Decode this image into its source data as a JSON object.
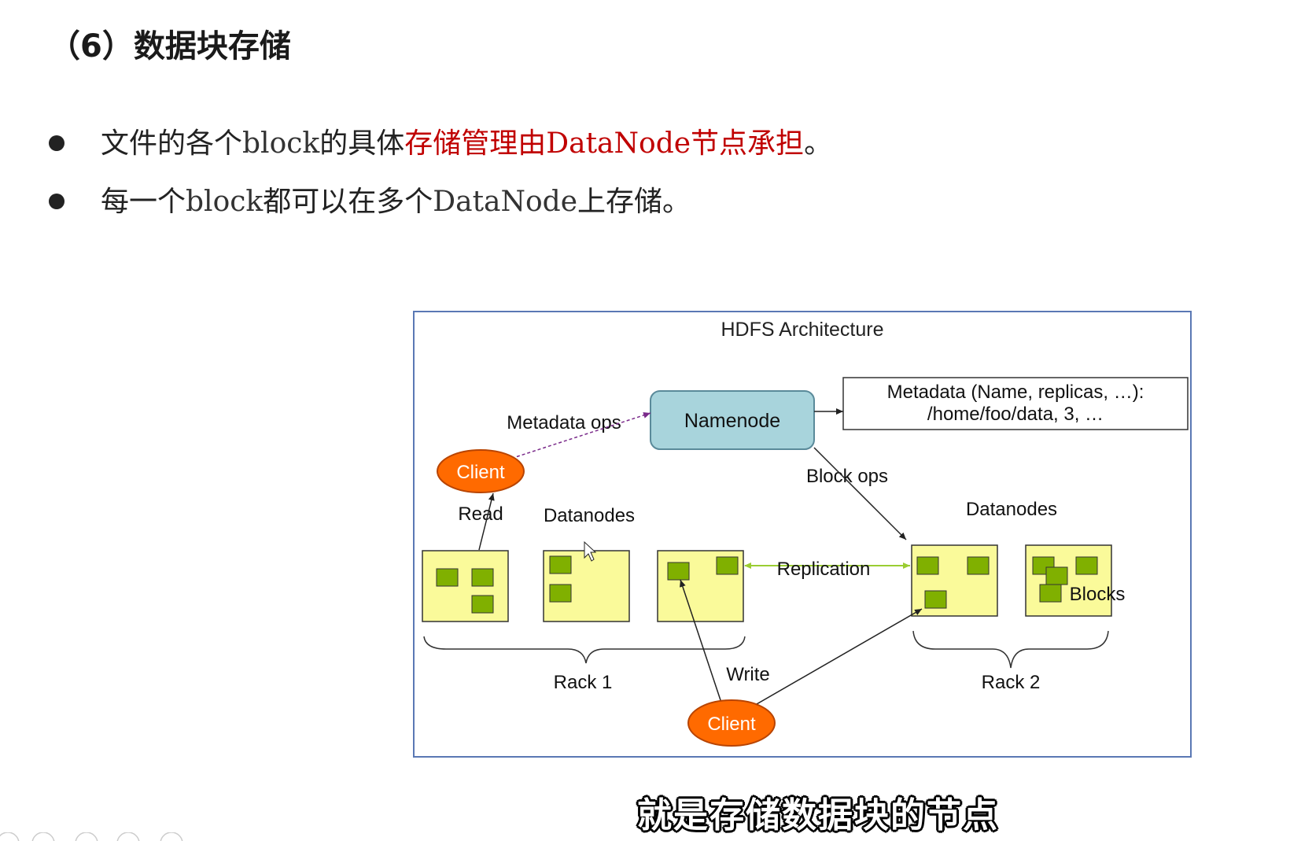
{
  "heading": "（6）数据块存储",
  "bullets": [
    {
      "parts": [
        {
          "text": "文件的各个",
          "style": "normal"
        },
        {
          "text": "block",
          "style": "mono"
        },
        {
          "text": "的具体",
          "style": "normal"
        },
        {
          "text": "存储管理由",
          "style": "red"
        },
        {
          "text": "DataNode",
          "style": "red-mono"
        },
        {
          "text": "节点承担",
          "style": "red"
        },
        {
          "text": "。",
          "style": "normal"
        }
      ]
    },
    {
      "parts": [
        {
          "text": "每一个",
          "style": "normal"
        },
        {
          "text": "block",
          "style": "mono"
        },
        {
          "text": "都可以在多个",
          "style": "normal"
        },
        {
          "text": "DataNode",
          "style": "mono"
        },
        {
          "text": "上存储。",
          "style": "normal"
        }
      ]
    }
  ],
  "diagram": {
    "title": "HDFS Architecture",
    "namenode": "Namenode",
    "metadata_line1": "Metadata (Name, replicas, …):",
    "metadata_line2": "/home/foo/data, 3, …",
    "metadata_ops": "Metadata ops",
    "block_ops": "Block ops",
    "client_top": "Client",
    "client_bottom": "Client",
    "read": "Read",
    "write": "Write",
    "replication": "Replication",
    "datanodes_left": "Datanodes",
    "datanodes_right": "Datanodes",
    "blocks": "Blocks",
    "rack1": "Rack 1",
    "rack2": "Rack 2"
  },
  "subtitle": "就是存储数据块的节点",
  "colors": {
    "heading": "#1a1a1a",
    "highlight_red": "#c00000",
    "namenode_fill": "#a8d4dc",
    "client_fill": "#ff6a00",
    "datanode_fill": "#fafa9a",
    "block_fill": "#80b000",
    "frame_border": "#5a78b4",
    "replication_line": "#9acd32",
    "metadata_ops_line": "#7a2a8a"
  }
}
